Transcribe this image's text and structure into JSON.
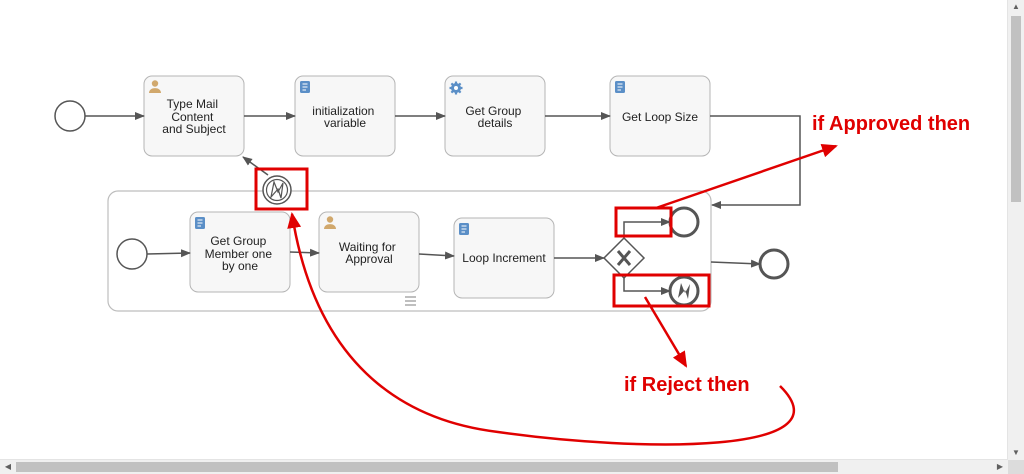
{
  "tasks": {
    "type_mail": {
      "lines": [
        "Type Mail",
        "Content",
        "and Subject"
      ],
      "icon": "user-icon"
    },
    "init_var": {
      "lines": [
        "initialization",
        "variable"
      ],
      "icon": "script-icon"
    },
    "get_group": {
      "lines": [
        "Get Group",
        "details"
      ],
      "icon": "gear-icon"
    },
    "get_loop": {
      "lines": [
        "Get Loop Size"
      ],
      "icon": "script-icon"
    },
    "get_member": {
      "lines": [
        "Get Group",
        "Member one",
        "by one"
      ],
      "icon": "script-icon"
    },
    "waiting": {
      "lines": [
        "Waiting for",
        "Approval"
      ],
      "icon": "user-icon"
    },
    "loop_inc": {
      "lines": [
        "Loop Increment"
      ],
      "icon": "script-icon"
    }
  },
  "annotations": {
    "approved": "if Approved then",
    "reject": "if Reject then"
  },
  "colors": {
    "annotation": "#e00000",
    "task_fill": "#f7f7f7",
    "task_stroke": "#b5b5b5",
    "flow": "#555555",
    "script_icon": "#5b8fc7",
    "user_icon": "#d1a86c"
  }
}
